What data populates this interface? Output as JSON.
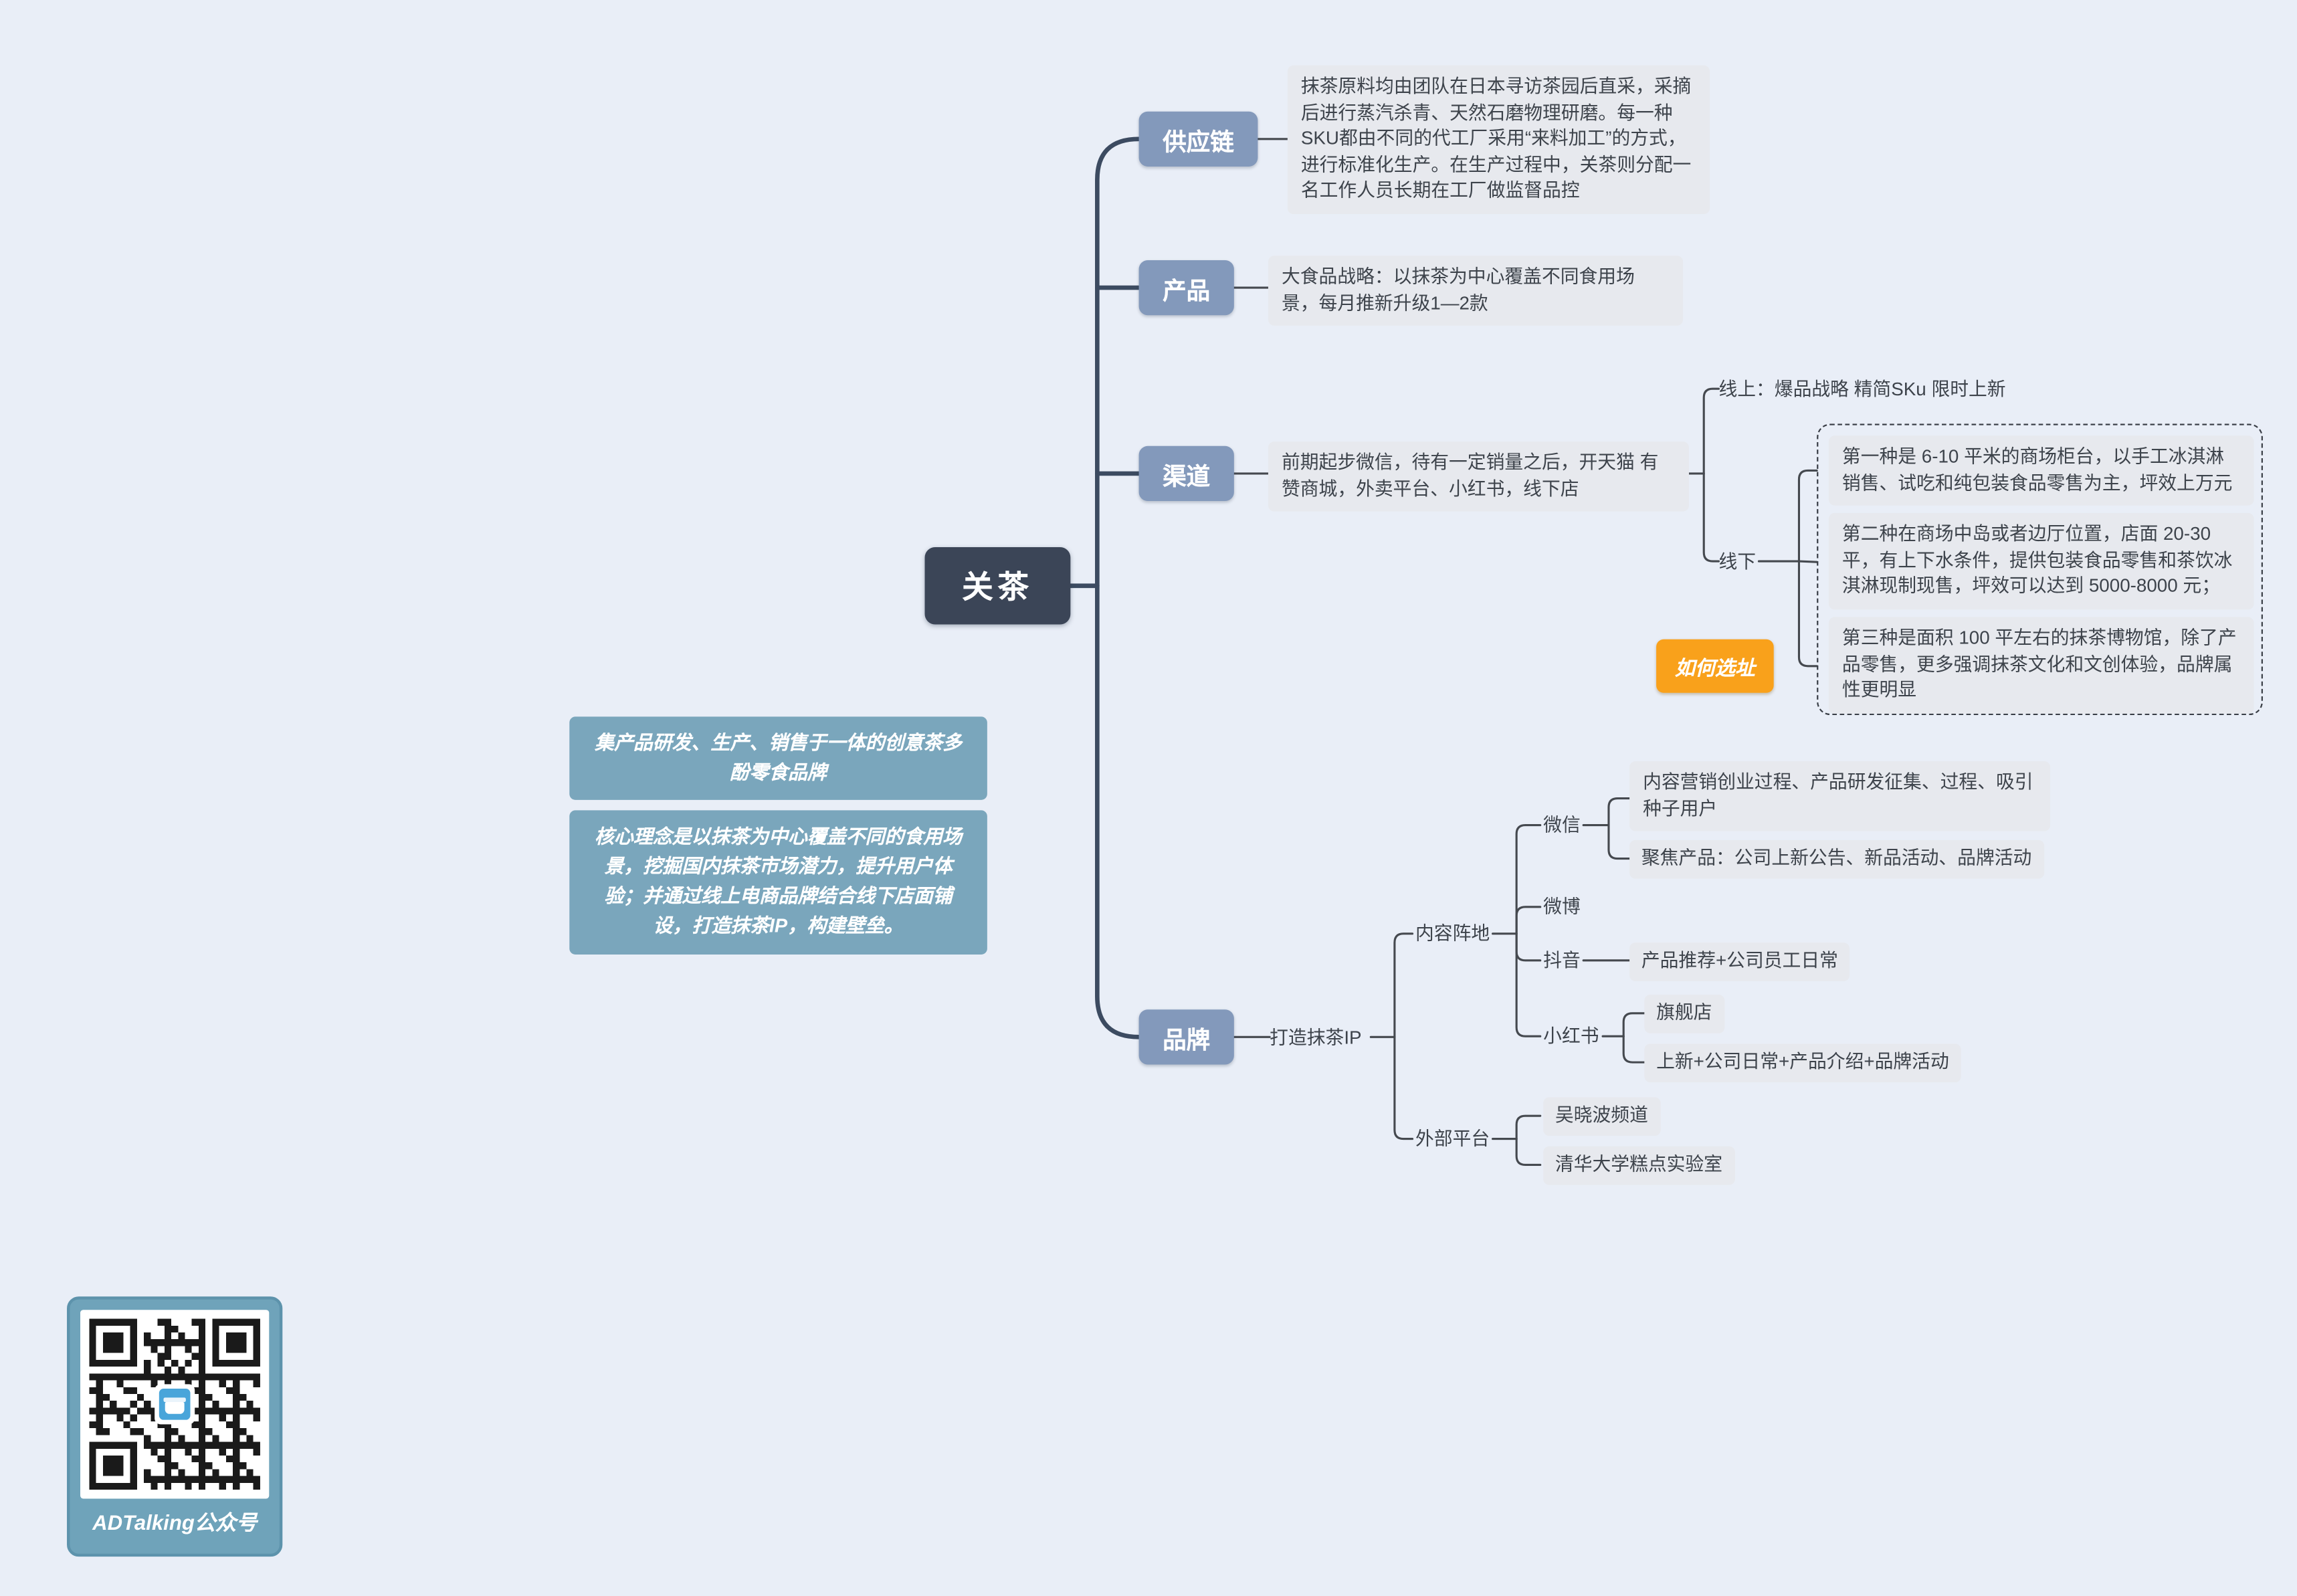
{
  "colors": {
    "background": "#e9eef7",
    "root_node": "#3b4557",
    "branch_node": "#8399bb",
    "detail_box": "#e7e9ee",
    "annotation_box": "#7aa6bc",
    "highlight_orange": "#f9a11b",
    "trunk_line": "#3c4b61",
    "wire_line": "#45494f"
  },
  "root": {
    "label": "关茶"
  },
  "branches": {
    "supply_chain": {
      "label": "供应链",
      "detail": "抹茶原料均由团队在日本寻访茶园后直采，采摘后进行蒸汽杀青、天然石磨物理研磨。每一种SKU都由不同的代工厂采用“来料加工”的方式，进行标准化生产。在生产过程中，关茶则分配一名工作人员长期在工厂做监督品控"
    },
    "product": {
      "label": "产品",
      "detail": "大食品战略：以抹茶为中心覆盖不同食用场景，每月推新升级1—2款"
    },
    "channel": {
      "label": "渠道",
      "detail": "前期起步微信，待有一定销量之后，开天猫 有赞商城，外卖平台、小红书，线下店",
      "online": "线上：爆品战略 精简SKu 限时上新",
      "offline": "线下",
      "store_types": [
        "第一种是 6-10 平米的商场柜台，以手工冰淇淋销售、试吃和纯包装食品零售为主，坪效上万元",
        "第二种在商场中岛或者边厅位置，店面 20-30 平，有上下水条件，提供包装食品零售和茶饮冰淇淋现制现售，坪效可以达到 5000-8000 元；",
        "第三种是面积 100 平左右的抹茶博物馆，除了产品零售，更多强调抹茶文化和文创体验，品牌属性更明显"
      ],
      "site_tip": "如何选址"
    },
    "brand": {
      "label": "品牌",
      "strategy": "打造抹茶IP",
      "content_base": {
        "label": "内容阵地",
        "wechat": {
          "label": "微信",
          "notes": [
            "内容营销创业过程、产品研发征集、过程、吸引种子用户",
            "聚焦产品：公司上新公告、新品活动、品牌活动"
          ]
        },
        "weibo": {
          "label": "微博"
        },
        "douyin": {
          "label": "抖音",
          "note": "产品推荐+公司员工日常"
        },
        "xiaohongshu": {
          "label": "小红书",
          "notes": [
            "旗舰店",
            "上新+公司日常+产品介绍+品牌活动"
          ]
        }
      },
      "external_platforms": {
        "label": "外部平台",
        "items": [
          "吴晓波频道",
          "清华大学糕点实验室"
        ]
      }
    }
  },
  "annotations": {
    "positioning": "集产品研发、生产、销售于一体的创意茶多酚零食品牌",
    "core_concept": "核心理念是以抹茶为中心覆盖不同的食用场景，挖掘国内抹茶市场潜力，提升用户体验；并通过线上电商品牌结合线下店面铺设，打造抹茶IP，构建壁垒。"
  },
  "qr_card": {
    "caption": "ADTalking公众号"
  }
}
